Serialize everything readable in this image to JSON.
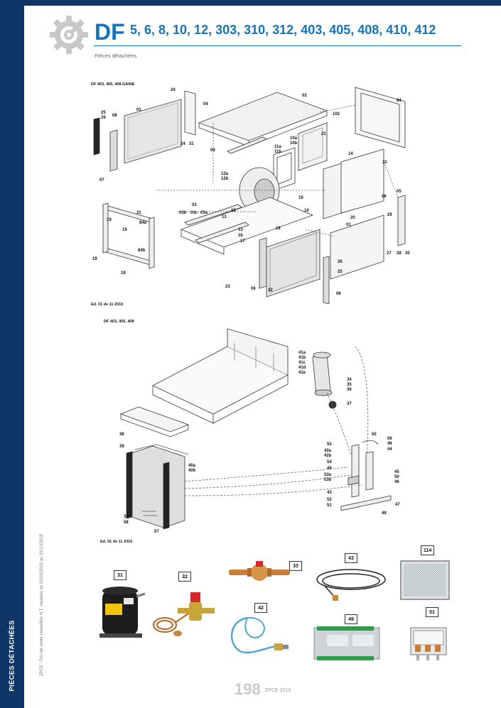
{
  "header": {
    "brand": "DF",
    "models": "5, 6, 8, 10, 12, 303, 310, 312, 403, 405, 408, 410, 412",
    "subtitle": "Pièces détachées"
  },
  "sidebar": {
    "label": "PIÈCES DÉTACHÉES",
    "note": "ZPCE : Prix de vente conseillés H.T. valables du 01/01/2019 au 31/12/2019"
  },
  "diagram_top": {
    "title": "DF 403, 405, 408 GAINE",
    "edition": "Ed. 01 de 11 2010",
    "labels": [
      "24",
      "02",
      "04",
      "25",
      "26",
      "08",
      "01",
      "102",
      "84",
      "21",
      "10a",
      "10b",
      "11a",
      "11b",
      "14",
      "32",
      "24",
      "31",
      "09",
      "07",
      "12a",
      "12b",
      "26",
      "05",
      "03",
      "19",
      "20",
      "29",
      "03b",
      "03c",
      "03a",
      "13",
      "15",
      "18",
      "01",
      "31",
      "84a",
      "19",
      "13",
      "16",
      "17",
      "27",
      "28",
      "30",
      "84b",
      "19",
      "19",
      "26",
      "25",
      "23",
      "06",
      "22",
      "08"
    ]
  },
  "diagram_mid": {
    "title": "DF 403, 405, 408",
    "edition": "Ed. 01 de 11 2010",
    "labels": [
      "41a",
      "41b",
      "41c",
      "41d",
      "41e",
      "34",
      "35",
      "36",
      "37",
      "38",
      "39",
      "40a",
      "40b",
      "50",
      "56",
      "46",
      "44",
      "55",
      "42a",
      "42b",
      "54",
      "49",
      "53a",
      "53b",
      "45",
      "50",
      "46",
      "43",
      "52",
      "51",
      "47",
      "48",
      "33",
      "58",
      "57"
    ]
  },
  "parts": {
    "p31": "31",
    "p32": "32",
    "p33": "33",
    "p43": "43",
    "p114": "114",
    "p42": "42",
    "p49": "49",
    "p51": "51"
  },
  "footer": {
    "page": "198",
    "ref": "ZPCE 2019"
  },
  "colors": {
    "navy": "#0e3768",
    "accent": "#1574bb"
  }
}
